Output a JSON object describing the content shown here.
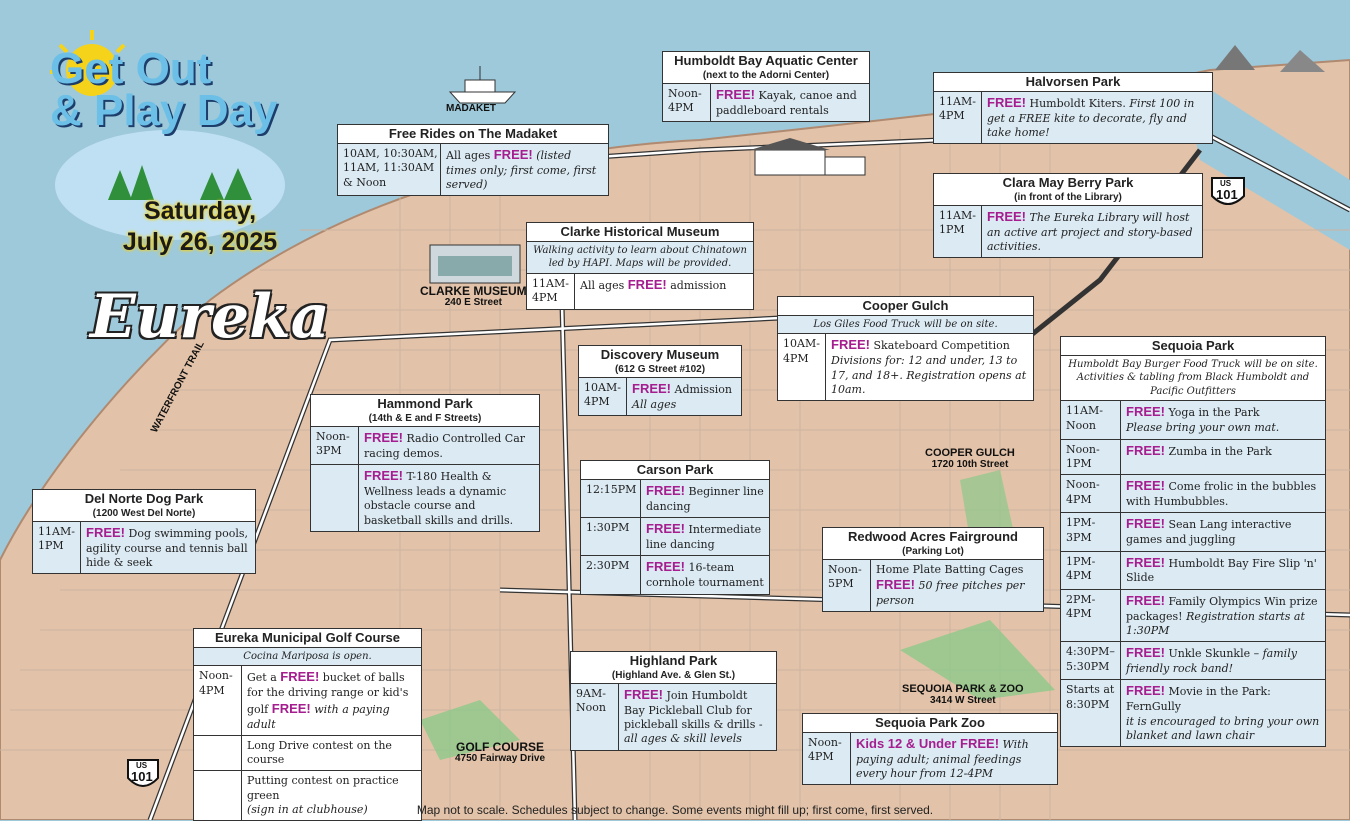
{
  "header": {
    "title_line1": "Get Out",
    "title_line2": "& Play Day",
    "day": "Saturday,",
    "date": "July 26, 2025",
    "city": "Eureka"
  },
  "labels": {
    "madaket": "MADAKET",
    "clarke_museum": "CLARKE MUSEUM",
    "clarke_address": "240 E Street",
    "waterfront_trail": "WATERFRONT TRAIL",
    "cooper_gulch": "COOPER GULCH",
    "cooper_address": "1720 10th Street",
    "sequoia": "SEQUOIA PARK & ZOO",
    "sequoia_address": "3414 W Street",
    "golf": "GOLF COURSE",
    "golf_address": "4750 Fairway Drive",
    "us": "US",
    "route": "101"
  },
  "colors": {
    "free": "#a51d8f",
    "water": "#9ec9da",
    "land": "#e2c2a8"
  },
  "boxes": {
    "aquatic": {
      "title": "Humboldt Bay Aquatic Center",
      "sub": "(next to the Adorni Center)",
      "rows": [
        {
          "t": "Noon-4PM",
          "free": "FREE!",
          "d": "Kayak, canoe and paddleboard rentals"
        }
      ]
    },
    "halvorsen": {
      "title": "Halvorsen Park",
      "rows": [
        {
          "t": "11AM-4PM",
          "free": "FREE!",
          "d": "Humboldt Kiters.",
          "i": "First 100 in get a FREE kite to decorate, fly and take home!"
        }
      ]
    },
    "madaket": {
      "title": "Free Rides on The Madaket",
      "rows": [
        {
          "t": "10AM, 10:30AM, 11AM, 11:30AM & Noon",
          "pre": "All ages",
          "free": "FREE!",
          "i": "(listed times only; first come, first served)"
        }
      ]
    },
    "claramay": {
      "title": "Clara May Berry Park",
      "sub": "(in front of the Library)",
      "rows": [
        {
          "t": "11AM-1PM",
          "free": "FREE!",
          "i": "The Eureka Library will host an active art project and story-based activities."
        }
      ]
    },
    "clarke": {
      "title": "Clarke Historical Museum",
      "note": "Walking activity to learn about Chinatown led by HAPI. Maps will be provided.",
      "rows": [
        {
          "t": "11AM-4PM",
          "pre": "All ages",
          "free": "FREE!",
          "d": "admission"
        }
      ]
    },
    "cooper": {
      "title": "Cooper Gulch",
      "note": "Los Giles Food Truck will be on site.",
      "rows": [
        {
          "t": "10AM-4PM",
          "free": "FREE!",
          "d": "Skateboard Competition",
          "i": "Divisions for: 12 and under, 13 to 17, and 18+. Registration opens at 10am."
        }
      ]
    },
    "discovery": {
      "title": "Discovery Museum",
      "sub": "(612 G Street #102)",
      "rows": [
        {
          "t": "10AM-4PM",
          "free": "FREE!",
          "d": "Admission",
          "i": "All ages"
        }
      ]
    },
    "sequoia": {
      "title": "Sequoia Park",
      "note": "Humboldt Bay Burger Food Truck will be on site. Activities & tabling from Black Humboldt and Pacific Outfitters",
      "rows": [
        {
          "t": "11AM-Noon",
          "free": "FREE!",
          "d": "Yoga in the Park",
          "i": "Please bring your own mat."
        },
        {
          "t": "Noon-1PM",
          "free": "FREE!",
          "d": "Zumba in the Park"
        },
        {
          "t": "Noon-4PM",
          "free": "FREE!",
          "d": "Come frolic in the bubbles with Humbubbles."
        },
        {
          "t": "1PM-3PM",
          "free": "FREE!",
          "d": "Sean Lang interactive games and juggling"
        },
        {
          "t": "1PM-4PM",
          "free": "FREE!",
          "d": "Humboldt Bay Fire Slip 'n' Slide"
        },
        {
          "t": "2PM-4PM",
          "free": "FREE!",
          "d": "Family Olympics Win prize packages!",
          "i": "Registration starts at 1:30PM"
        },
        {
          "t": "4:30PM–5:30PM",
          "free": "FREE!",
          "d": "Unkle Skunkle –",
          "i": "family friendly rock band!"
        },
        {
          "t": "Starts at 8:30PM",
          "free": "FREE!",
          "d": "Movie in the Park: FernGully",
          "i": "it is encouraged to bring your own blanket and lawn chair"
        }
      ]
    },
    "hammond": {
      "title": "Hammond Park",
      "sub": "(14th & E and F Streets)",
      "rows": [
        {
          "t": "Noon-3PM",
          "free": "FREE!",
          "d": "Radio Controlled Car racing demos."
        },
        {
          "t": "",
          "free": "FREE!",
          "d": "T-180 Health & Wellness leads a dynamic obstacle course and basketball skills and drills."
        }
      ]
    },
    "carson": {
      "title": "Carson Park",
      "rows": [
        {
          "t": "12:15PM",
          "free": "FREE!",
          "d": "Beginner line dancing"
        },
        {
          "t": "1:30PM",
          "free": "FREE!",
          "d": "Intermediate line dancing"
        },
        {
          "t": "2:30PM",
          "free": "FREE!",
          "d": "16-team cornhole tournament"
        }
      ]
    },
    "delnorte": {
      "title": "Del Norte Dog Park",
      "sub": "(1200 West Del Norte)",
      "rows": [
        {
          "t": "11AM-1PM",
          "free": "FREE!",
          "d": "Dog swimming pools, agility course and tennis ball hide & seek"
        }
      ]
    },
    "redwood": {
      "title": "Redwood Acres Fairground",
      "sub": "(Parking Lot)",
      "rows": [
        {
          "t": "Noon-5PM",
          "d": "Home Plate Batting Cages",
          "free": "FREE!",
          "i": "50 free pitches per person"
        }
      ]
    },
    "golf": {
      "title": "Eureka Municipal Golf Course",
      "note": "Cocina Mariposa is open.",
      "rows": [
        {
          "t": "Noon-4PM",
          "pre": "Get a",
          "free": "FREE!",
          "d": "bucket of balls for the driving range or kid's golf",
          "free2": "FREE!",
          "i": "with a paying adult"
        },
        {
          "t": "",
          "d": "Long Drive contest on the course"
        },
        {
          "t": "",
          "d": "Putting contest on practice green",
          "i": "(sign in at clubhouse)"
        }
      ]
    },
    "highland": {
      "title": "Highland Park",
      "sub": "(Highland Ave. & Glen St.)",
      "rows": [
        {
          "t": "9AM-Noon",
          "free": "FREE!",
          "d": "Join Humboldt Bay Pickleball Club for pickleball skills & drills -",
          "i": "all ages & skill levels"
        }
      ]
    },
    "zoo": {
      "title": "Sequoia Park Zoo",
      "rows": [
        {
          "t": "Noon-4PM",
          "free": "Kids 12 & Under FREE!",
          "i": "With paying adult; animal feedings every hour from 12-4PM"
        }
      ]
    }
  },
  "footer": "Map not to scale. Schedules subject to change. Some events might fill up; first come, first served."
}
